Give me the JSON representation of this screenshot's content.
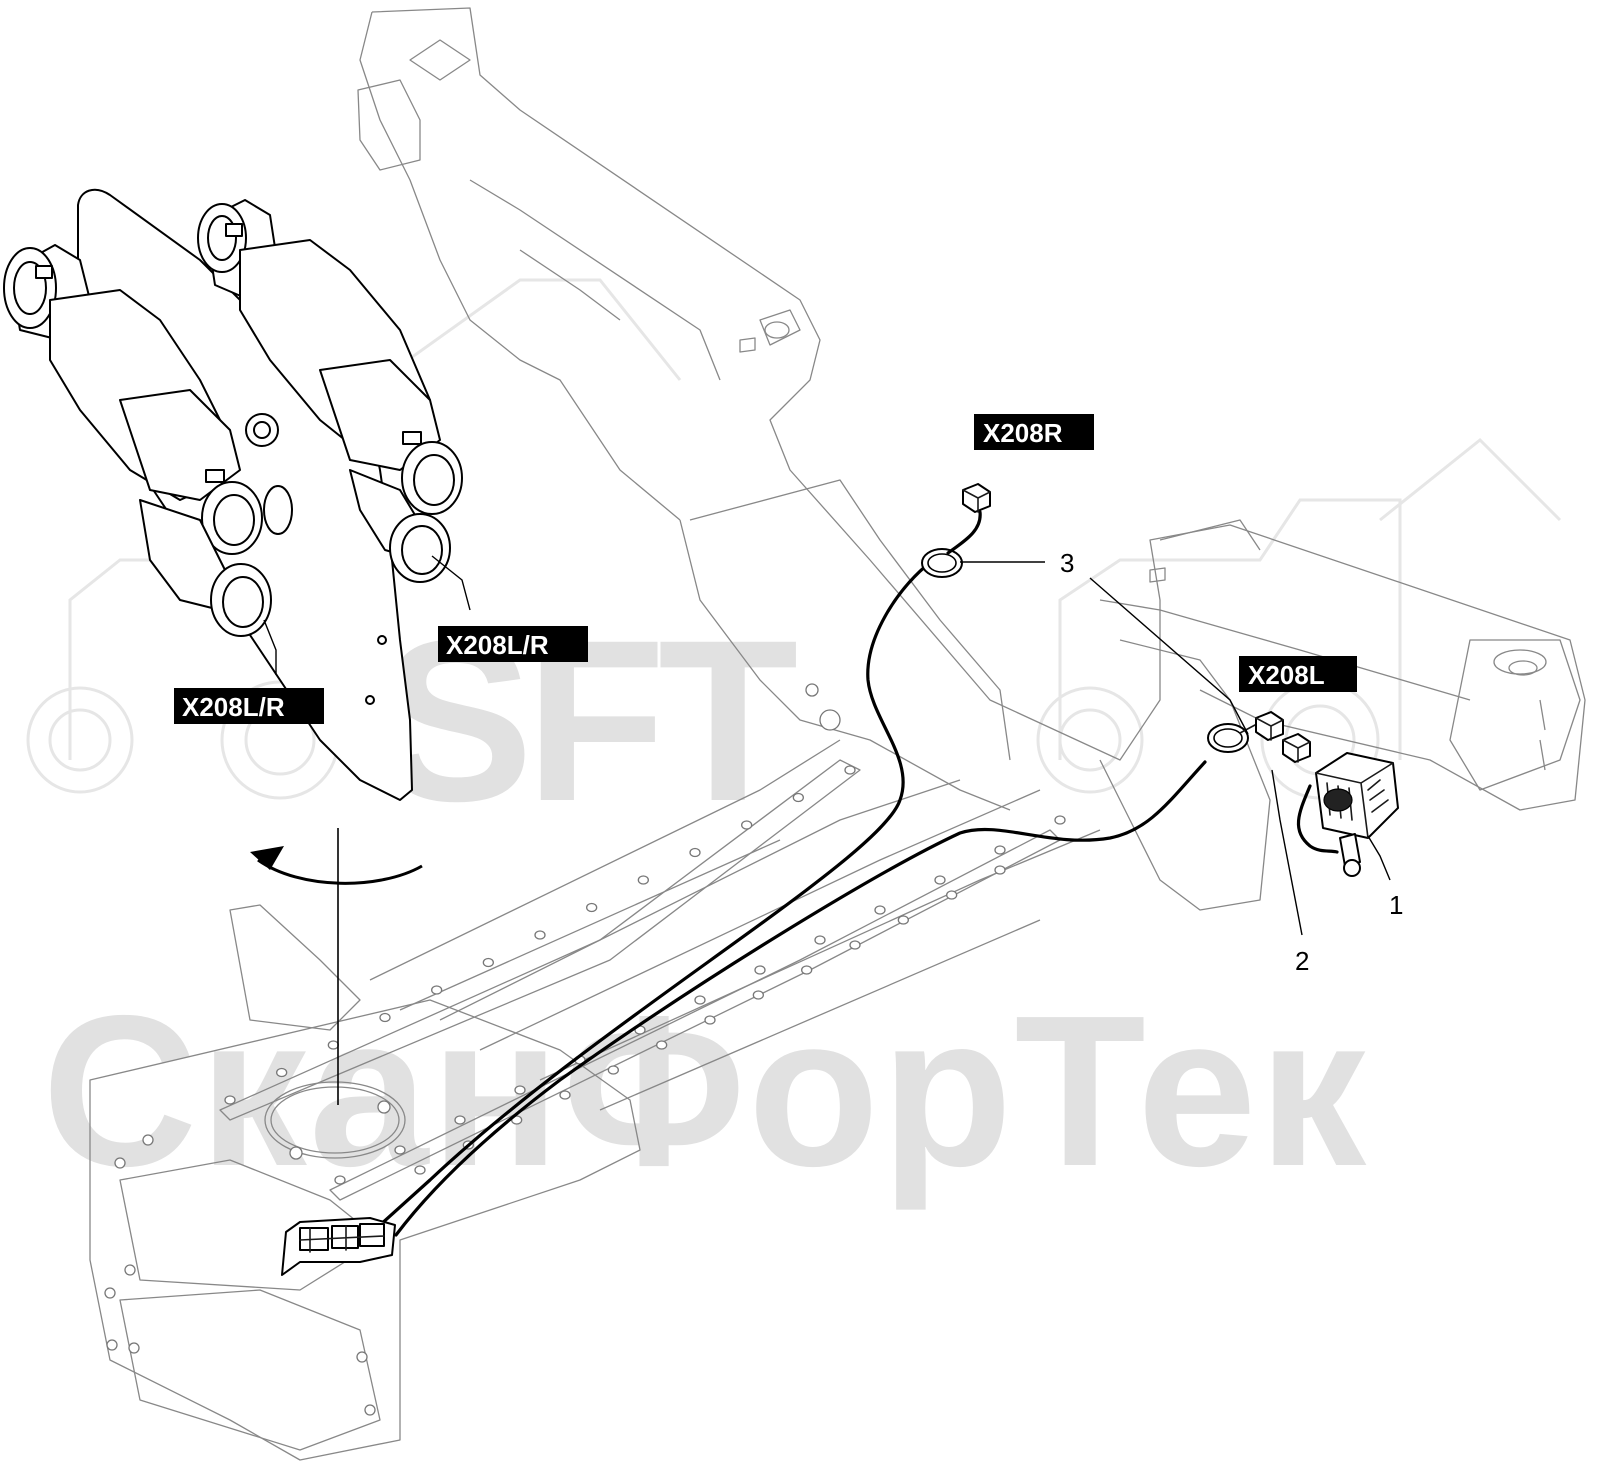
{
  "watermark": {
    "logo_text": "SFT",
    "company_text": "СканФорТек"
  },
  "connector_tags": {
    "x208r": "X208R",
    "x208l": "X208L",
    "x208lr_upper": "X208L/R",
    "x208lr_lower": "X208L/R"
  },
  "callouts": {
    "item_1": "1",
    "item_2": "2",
    "item_3": "3"
  },
  "colors": {
    "line": "#1a1a1a",
    "tag_background": "#000000",
    "tag_text": "#ffffff",
    "watermark": "#e1e1e1"
  }
}
